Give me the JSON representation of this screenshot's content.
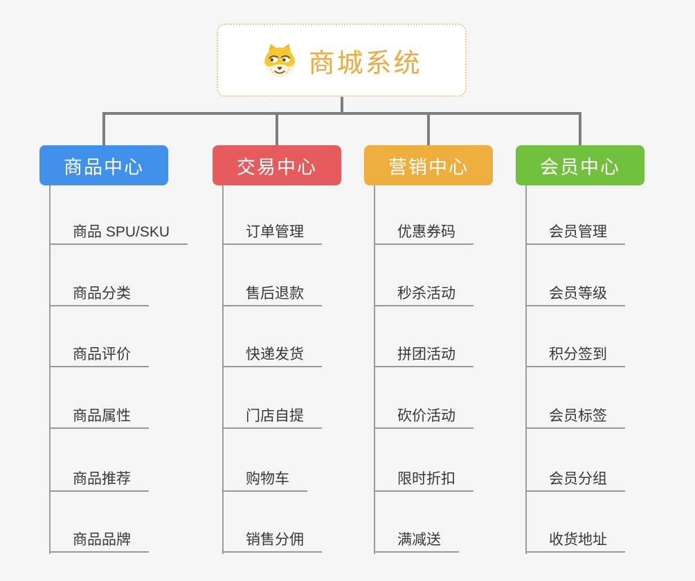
{
  "diagram": {
    "type": "mindmap-org-tree",
    "background_color": "#f5f5f6",
    "connector_color": "#7d7d7d",
    "leaf_line_color": "#989898",
    "leaf_text_color": "#383838"
  },
  "root": {
    "label": "商城系统",
    "icon": "doge-icon",
    "text_color": "#f0a93f",
    "border_color": "#f2c474"
  },
  "branches": [
    {
      "label": "商品中心",
      "color": "#4191eb",
      "children": [
        "商品 SPU/SKU",
        "商品分类",
        "商品评价",
        "商品属性",
        "商品推荐",
        "商品品牌"
      ]
    },
    {
      "label": "交易中心",
      "color": "#e65c5c",
      "children": [
        "订单管理",
        "售后退款",
        "快递发货",
        "门店自提",
        "购物车",
        "销售分佣"
      ]
    },
    {
      "label": "营销中心",
      "color": "#edae3d",
      "children": [
        "优惠券码",
        "秒杀活动",
        "拼团活动",
        "砍价活动",
        "限时折扣",
        "满减送"
      ]
    },
    {
      "label": "会员中心",
      "color": "#72c13e",
      "children": [
        "会员管理",
        "会员等级",
        "积分签到",
        "会员标签",
        "会员分组",
        "收货地址"
      ]
    }
  ]
}
